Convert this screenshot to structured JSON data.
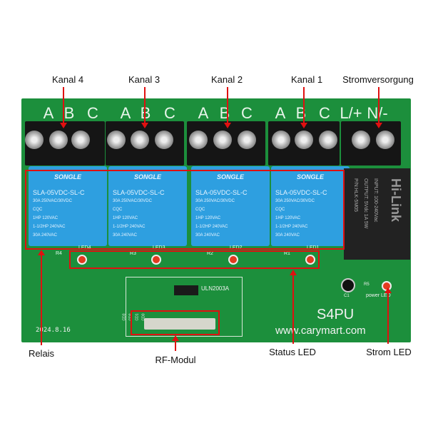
{
  "callouts": {
    "top": [
      "Kanal 4",
      "Kanal 3",
      "Kanal 2",
      "Kanal 1",
      "Stromversorgung"
    ],
    "bottom": [
      "Relais",
      "RF-Modul",
      "Status LED",
      "Strom LED"
    ]
  },
  "terminal_labels": [
    "A",
    "B",
    "C",
    "A",
    "B",
    "C",
    "A",
    "B",
    "C",
    "A",
    "B",
    "C",
    "L/+",
    "N/-"
  ],
  "relay": {
    "brand": "SONGLE",
    "model": "SLA-05VDC-SL-C",
    "specs": [
      "30A 250VAC/30VDC",
      "CQC",
      "1HP 120VAC",
      "1-1/2HP 240VAC",
      "30A 240VAC"
    ]
  },
  "leds": [
    "LED4",
    "LED3",
    "LED2",
    "LED1"
  ],
  "resistors": [
    "R4",
    "R3",
    "R2",
    "R1"
  ],
  "power_module": {
    "brand": "Hi-Link",
    "part": "P/N:HLK-5M05",
    "output": "OUTPUT: 5Vdc 1A 5W",
    "input": "INPUT: 100-240Vac"
  },
  "board": {
    "chip": "ULN2003A",
    "rf_pins": [
      "CD3",
      "CD2",
      "CD1",
      "CD0"
    ],
    "date": "2024.8.16",
    "model": "S4PU",
    "website": "www.carymart.com",
    "power_led": "power LED",
    "cap": "C1",
    "res": "R5"
  },
  "colors": {
    "pcb": "#1c8f3c",
    "relay": "#2e9fe0",
    "annotation": "#e01010"
  }
}
